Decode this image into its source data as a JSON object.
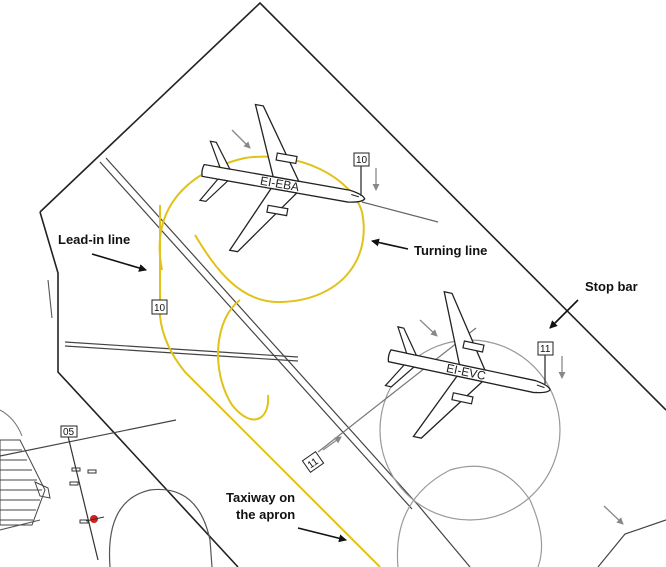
{
  "annotations": {
    "lead_in_line": "Lead-in line",
    "turning_line": "Turning line",
    "stop_bar": "Stop bar",
    "taxiway_line1": "Taxiway on",
    "taxiway_line2": "the apron"
  },
  "aircraft": [
    {
      "registration": "EI-EBA"
    },
    {
      "registration": "EI-EVC"
    }
  ],
  "stand_markers": {
    "stand_10_top": "10",
    "stand_10_lead": "10",
    "stand_11_top": "11",
    "stand_11_lead": "11",
    "stand_05": "05"
  },
  "colors": {
    "lead_in_line": "#e0c21a",
    "apron_lines": "#333333",
    "turning_circle_grey": "#9a9a9a",
    "stand_marker_red": "#d42020"
  }
}
